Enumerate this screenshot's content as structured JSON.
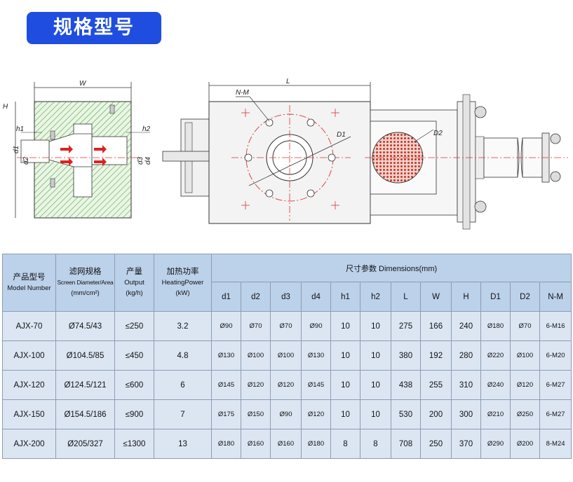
{
  "title": "规格型号",
  "drawing": {
    "labels": {
      "W": "W",
      "H": "H",
      "L": "L",
      "N_M": "N-M",
      "D1": "D1",
      "D2": "D2",
      "h1": "h1",
      "h2": "h2",
      "d1": "d1",
      "d2": "d2",
      "d3": "d3",
      "d4": "d4"
    }
  },
  "table": {
    "headers": {
      "model_cn": "产品型号",
      "model_en": "Model Number",
      "screen_cn": "滤网规格",
      "screen_en": "Screen Diameter/Area",
      "screen_unit": "(mm/cm²)",
      "output_cn": "产量",
      "output_en": "Output",
      "output_unit": "(kg/h)",
      "power_cn": "加热功率",
      "power_en": "HeatingPower",
      "power_unit": "(kW)",
      "dims": "尺寸参数 Dimensions(mm)"
    },
    "dim_columns": [
      "d1",
      "d2",
      "d3",
      "d4",
      "h1",
      "h2",
      "L",
      "W",
      "H",
      "D1",
      "D2",
      "N-M"
    ],
    "rows": [
      {
        "model": "AJX-70",
        "screen": "Ø74.5/43",
        "output": "≤250",
        "power": "3.2",
        "dims": [
          "Ø90",
          "Ø70",
          "Ø70",
          "Ø90",
          "10",
          "10",
          "275",
          "166",
          "240",
          "Ø180",
          "Ø70",
          "6-M16"
        ]
      },
      {
        "model": "AJX-100",
        "screen": "Ø104.5/85",
        "output": "≤450",
        "power": "4.8",
        "dims": [
          "Ø130",
          "Ø100",
          "Ø100",
          "Ø130",
          "10",
          "10",
          "380",
          "192",
          "280",
          "Ø220",
          "Ø100",
          "6-M20"
        ]
      },
      {
        "model": "AJX-120",
        "screen": "Ø124.5/121",
        "output": "≤600",
        "power": "6",
        "dims": [
          "Ø145",
          "Ø120",
          "Ø120",
          "Ø145",
          "10",
          "10",
          "438",
          "255",
          "310",
          "Ø240",
          "Ø120",
          "6-M27"
        ]
      },
      {
        "model": "AJX-150",
        "screen": "Ø154.5/186",
        "output": "≤900",
        "power": "7",
        "dims": [
          "Ø175",
          "Ø150",
          "Ø90",
          "Ø120",
          "10",
          "10",
          "530",
          "200",
          "300",
          "Ø210",
          "Ø250",
          "6-M27"
        ]
      },
      {
        "model": "AJX-200",
        "screen": "Ø205/327",
        "output": "≤1300",
        "power": "13",
        "dims": [
          "Ø180",
          "Ø160",
          "Ø160",
          "Ø180",
          "8",
          "8",
          "708",
          "250",
          "370",
          "Ø290",
          "Ø200",
          "8-M24"
        ]
      }
    ]
  }
}
